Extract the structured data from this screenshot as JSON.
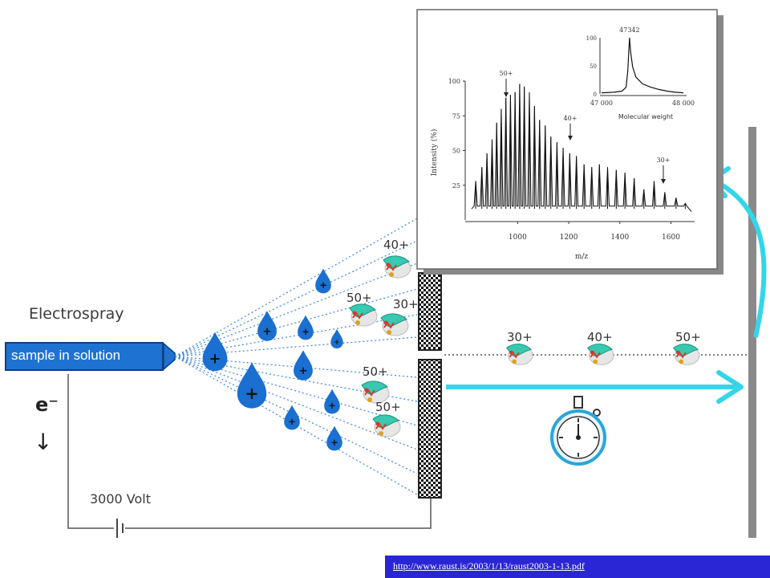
{
  "diagram": {
    "electrospray_label": "Electrospray",
    "sample_label": "sample in solution",
    "electron_label": "e⁻",
    "electron_arrow": "↓",
    "voltage_label": "3000 Volt",
    "spray_charge_labels": [
      "40+",
      "50+",
      "30+",
      "50+",
      "50+"
    ],
    "flight_charge_labels": [
      "30+",
      "40+",
      "50+"
    ],
    "droplet_symbol": "+",
    "icons": [
      "droplet-icon",
      "protein-icon",
      "stopwatch-icon",
      "arrow-icon"
    ],
    "colors": {
      "sample_box": "#1e73d2",
      "droplet": "#1a6fd0",
      "spray_line": "#3a86e0",
      "flight_arrow": "#33d6e8",
      "detector": "#8a8a8a",
      "url_bar": "#2a26d6"
    }
  },
  "chart_data": [
    {
      "type": "line",
      "xlabel": "m/z",
      "ylabel": "Intensity (%)",
      "x_ticks": [
        "1000",
        "1200",
        "1400",
        "1600"
      ],
      "y_ticks": [
        "25",
        "50",
        "75",
        "100"
      ],
      "xlim": [
        820,
        1680
      ],
      "ylim": [
        0,
        100
      ],
      "annotations": [
        "50+",
        "40+",
        "30+"
      ],
      "peaks_x": [
        836,
        860,
        880,
        900,
        918,
        936,
        954,
        972,
        990,
        1008,
        1026,
        1046,
        1066,
        1086,
        1108,
        1130,
        1154,
        1178,
        1204,
        1230,
        1260,
        1290,
        1320,
        1352,
        1386,
        1420,
        1456,
        1494,
        1534,
        1576,
        1620,
        1656
      ],
      "peaks_y": [
        28,
        38,
        48,
        58,
        70,
        80,
        88,
        90,
        92,
        98,
        96,
        92,
        82,
        72,
        68,
        60,
        56,
        52,
        48,
        46,
        40,
        38,
        40,
        38,
        36,
        34,
        30,
        22,
        28,
        20,
        16,
        12
      ]
    },
    {
      "type": "line",
      "title": "47342",
      "xlabel": "Molecular weight",
      "x_ticks": [
        "47 000",
        "48 000"
      ],
      "y_ticks": [
        "0",
        "50",
        "100"
      ],
      "xlim": [
        47000,
        48000
      ],
      "ylim": [
        0,
        100
      ],
      "x": [
        47000,
        47150,
        47250,
        47300,
        47320,
        47335,
        47342,
        47355,
        47380,
        47420,
        47500,
        47600,
        47700,
        47800,
        47900,
        48000
      ],
      "y": [
        2,
        3,
        5,
        12,
        40,
        82,
        100,
        75,
        48,
        30,
        18,
        12,
        8,
        5,
        3,
        2
      ]
    }
  ],
  "footer": {
    "url": "http://www.raust.is/2003/1/13/raust2003-1-13.pdf"
  }
}
